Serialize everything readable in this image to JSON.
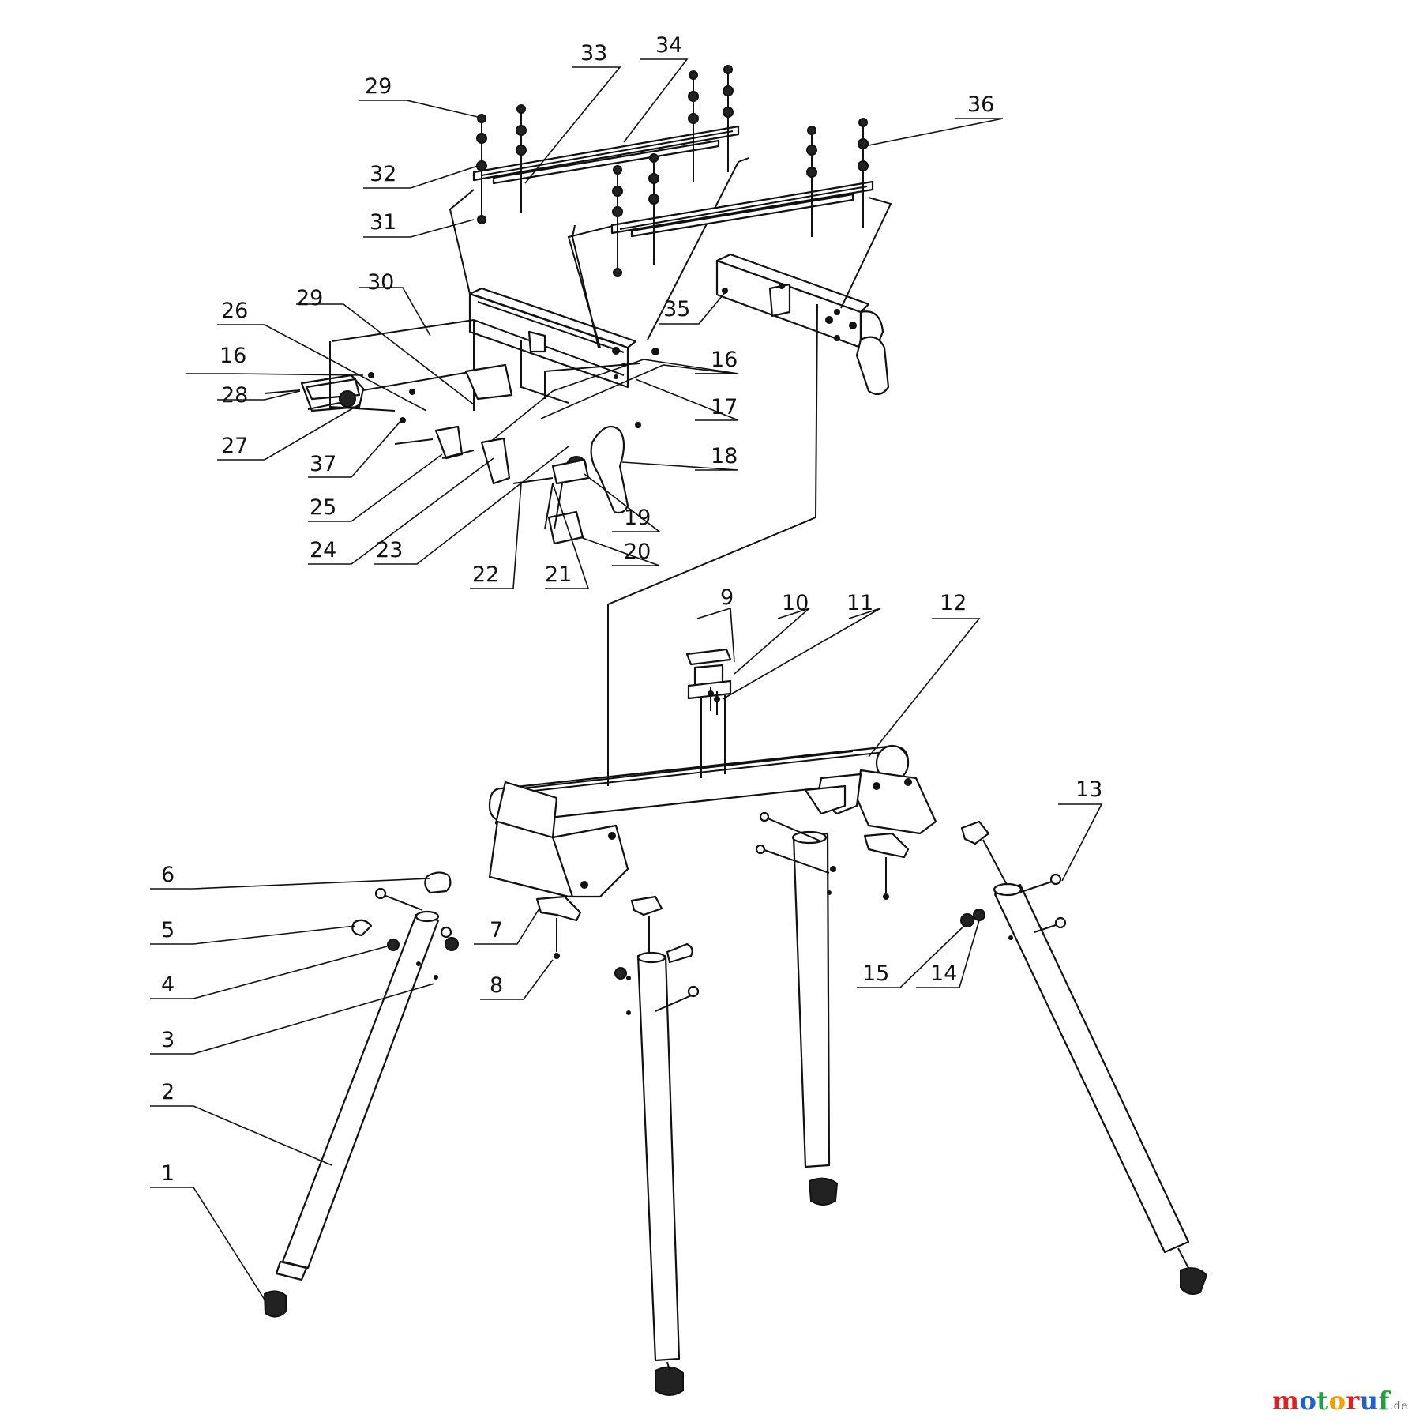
{
  "diagram": {
    "callouts": [
      {
        "id": "1",
        "label": "1"
      },
      {
        "id": "2",
        "label": "2"
      },
      {
        "id": "3",
        "label": "3"
      },
      {
        "id": "4",
        "label": "4"
      },
      {
        "id": "5",
        "label": "5"
      },
      {
        "id": "6",
        "label": "6"
      },
      {
        "id": "7",
        "label": "7"
      },
      {
        "id": "8",
        "label": "8"
      },
      {
        "id": "9",
        "label": "9"
      },
      {
        "id": "10",
        "label": "10"
      },
      {
        "id": "11",
        "label": "11"
      },
      {
        "id": "12",
        "label": "12"
      },
      {
        "id": "13",
        "label": "13"
      },
      {
        "id": "14",
        "label": "14"
      },
      {
        "id": "15",
        "label": "15"
      },
      {
        "id": "16a",
        "label": "16"
      },
      {
        "id": "16b",
        "label": "16"
      },
      {
        "id": "17",
        "label": "17"
      },
      {
        "id": "18",
        "label": "18"
      },
      {
        "id": "19",
        "label": "19"
      },
      {
        "id": "20",
        "label": "20"
      },
      {
        "id": "21",
        "label": "21"
      },
      {
        "id": "22",
        "label": "22"
      },
      {
        "id": "23",
        "label": "23"
      },
      {
        "id": "24",
        "label": "24"
      },
      {
        "id": "25",
        "label": "25"
      },
      {
        "id": "26",
        "label": "26"
      },
      {
        "id": "27",
        "label": "27"
      },
      {
        "id": "28",
        "label": "28"
      },
      {
        "id": "29a",
        "label": "29"
      },
      {
        "id": "29b",
        "label": "29"
      },
      {
        "id": "30",
        "label": "30"
      },
      {
        "id": "31",
        "label": "31"
      },
      {
        "id": "32",
        "label": "32"
      },
      {
        "id": "33",
        "label": "33"
      },
      {
        "id": "34",
        "label": "34"
      },
      {
        "id": "35",
        "label": "35"
      },
      {
        "id": "36",
        "label": "36"
      },
      {
        "id": "37",
        "label": "37"
      }
    ]
  },
  "watermark": {
    "text": "motoruf",
    "suffix": ".de"
  }
}
